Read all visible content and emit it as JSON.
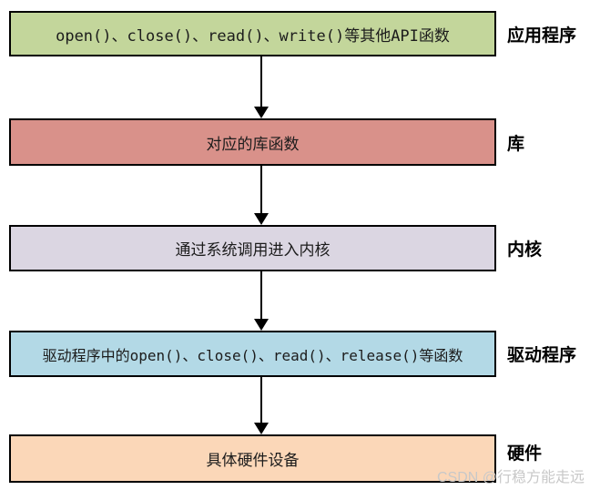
{
  "diagram": {
    "type": "flowchart",
    "description": "Linux device driver call flow: application API calls pass through library, kernel, driver down to hardware",
    "rows": [
      {
        "box_text": "open()、close()、read()、write()等其他API函数",
        "label": "应用程序",
        "fill": "#c3d69b"
      },
      {
        "box_text": "对应的库函数",
        "label": "库",
        "fill": "#d9918a"
      },
      {
        "box_text": "通过系统调用进入内核",
        "label": "内核",
        "fill": "#dbd6e2"
      },
      {
        "box_text": "驱动程序中的open()、close()、read()、release()等函数",
        "label": "驱动程序",
        "fill": "#b3d9e6"
      },
      {
        "box_text": "具体硬件设备",
        "label": "硬件",
        "fill": "#fbd7b8"
      }
    ],
    "connector_direction": "down",
    "border_color": "#000000",
    "arrow_color": "#000000"
  },
  "watermark": {
    "text": "CSDN @行稳方能走远",
    "color": "#c8c8c8"
  }
}
